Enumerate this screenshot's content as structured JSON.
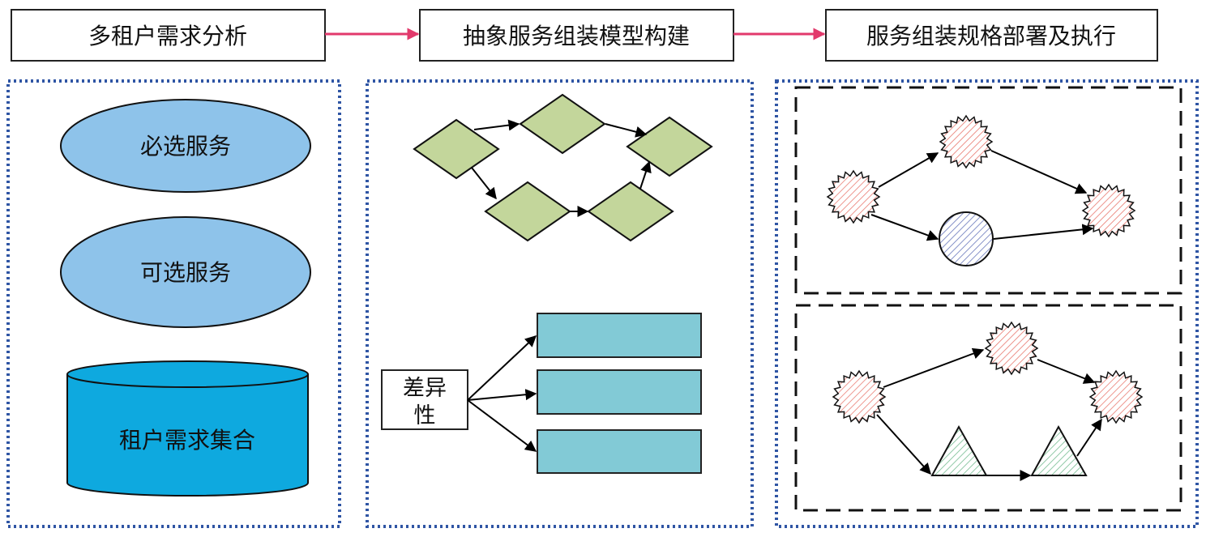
{
  "stages": [
    {
      "label": "多租户需求分析"
    },
    {
      "label": "抽象服务组装模型构建"
    },
    {
      "label": "服务组装规格部署及执行"
    }
  ],
  "panel1": {
    "required": "必选服务",
    "optional": "可选服务",
    "collection": "租户需求集合"
  },
  "panel2": {
    "difference": [
      "差异",
      "性"
    ]
  },
  "colors": {
    "stage_arrow": "#e23a6c",
    "panel_border": "#2f55a4",
    "ellipse": "#8ec3ea",
    "cylinder": "#0ea9df",
    "diamond": "#c3d69b",
    "rect": "#82cad6",
    "star_hatch": "#e8746a",
    "circle_hatch": "#5b6bb5",
    "triangle_hatch": "#6cb88a"
  }
}
